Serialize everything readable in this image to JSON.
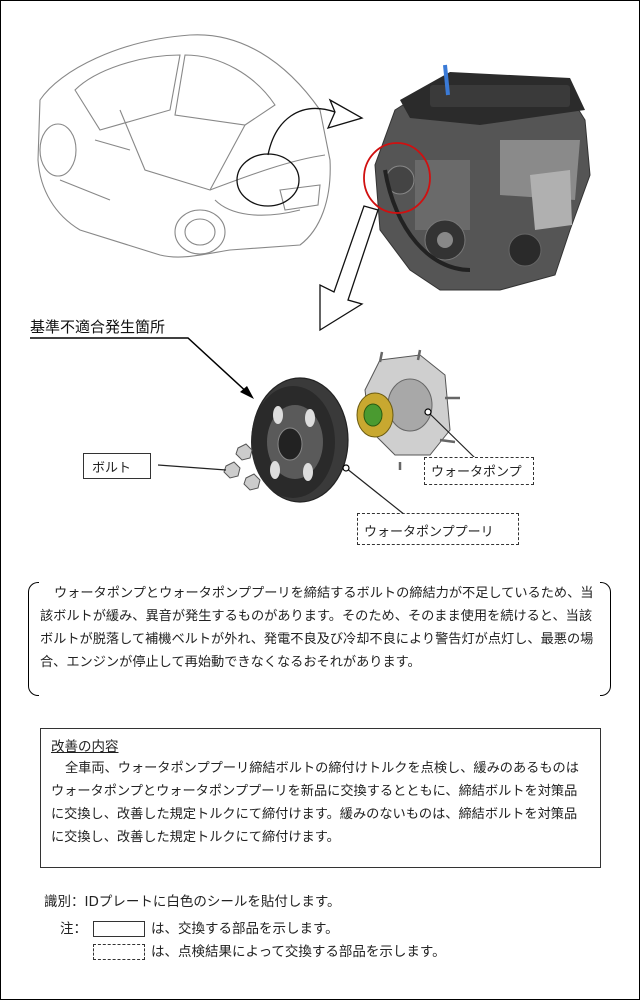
{
  "diagram": {
    "title": "基準不適合発生箇所",
    "labels": {
      "bolt": "ボルト",
      "water_pump": "ウォータポンプ",
      "water_pump_pulley": "ウォータポンププーリ"
    }
  },
  "description": "ウォータポンプとウォータポンププーリを締結するボルトの締結力が不足しているため、当該ボルトが緩み、異音が発生するものがあります。そのため、そのまま使用を続けると、当該ボルトが脱落して補機ベルトが外れ、発電不良及び冷却不良により警告灯が点灯し、最悪の場合、エンジンが停止して再始動できなくなるおそれがあります。",
  "improvement": {
    "title": "改善の内容",
    "body": "全車両、ウォータポンププーリ締結ボルトの締付けトルクを点検し、緩みのあるものはウォータポンプとウォータポンププーリを新品に交換するとともに、締結ボルトを対策品に交換し、改善した規定トルクにて締付けます。緩みのないものは、締結ボルトを対策品に交換し、改善した規定トルクにて締付けます。"
  },
  "identification": "識別：IDプレートに白色のシールを貼付します。",
  "notes": {
    "prefix": "注：",
    "solid_text": "は、交換する部品を示します。",
    "dashed_text": "は、点検結果によって交換する部品を示します。"
  },
  "icons": {
    "car": "car-line-drawing-icon",
    "engine": "engine-illustration-icon",
    "pulley": "pulley-illustration-icon",
    "pump": "water-pump-illustration-icon",
    "bolts": "bolt-icon"
  }
}
